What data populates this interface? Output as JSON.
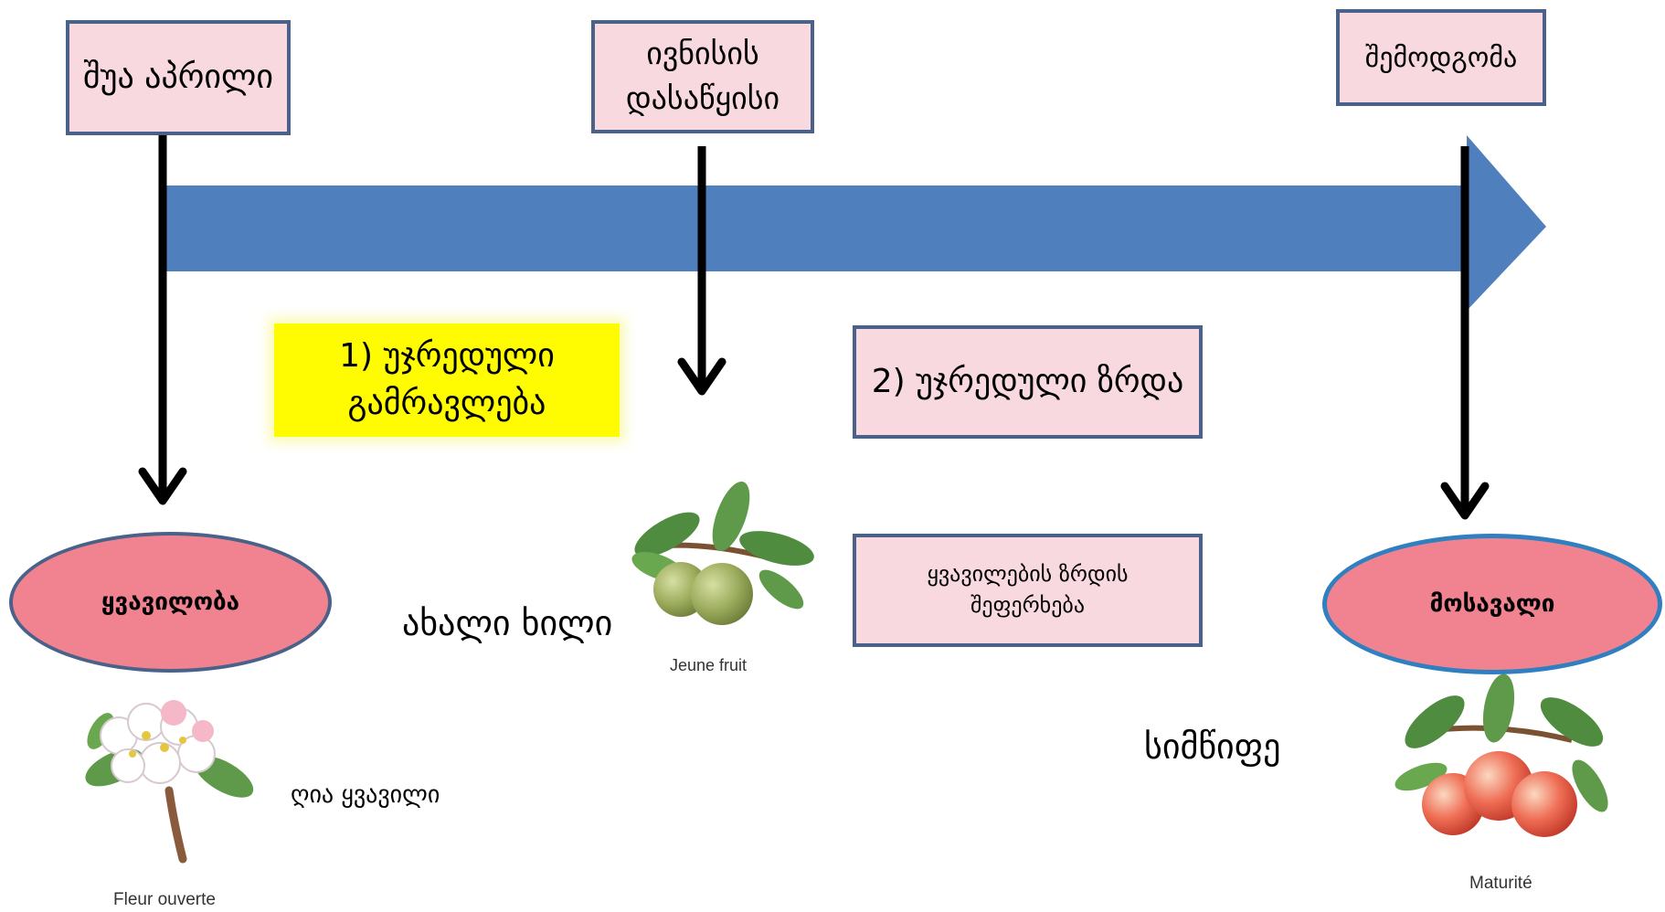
{
  "timeline": {
    "arrow_color": "#4f80bd",
    "connector_color": "#000000",
    "labels": {
      "mid_april": "შუა აპრილი",
      "early_june": "ივნისის დასაწყისი",
      "autumn": "შემოდგომა"
    }
  },
  "phases": {
    "phase1": "1) უჯრედული გამრავლება",
    "phase2": "2) უჯრედული ზრდა"
  },
  "stages": {
    "flowering": "ყვავილობა",
    "harvest": "მოსავალი"
  },
  "notes": {
    "new_fruit": "ახალი ხილი",
    "open_flower": "ღია ყვავილი",
    "ripeness": "სიმწიფე",
    "stop_flower_growth": "ყვავილების ზრდის შეფერხება"
  },
  "images": {
    "flower_caption": "Fleur ouverte",
    "young_fruit_caption": "Jeune fruit",
    "mature_caption": "Maturité",
    "flower_icon": "apple-blossom-icon",
    "young_fruit_icon": "young-apple-icon",
    "mature_fruit_icon": "ripe-apple-icon"
  },
  "colors": {
    "box_fill": "#f9d9e0",
    "box_border": "#4a6189",
    "highlight": "#fffb00",
    "oval_fill": "#f0838f"
  }
}
